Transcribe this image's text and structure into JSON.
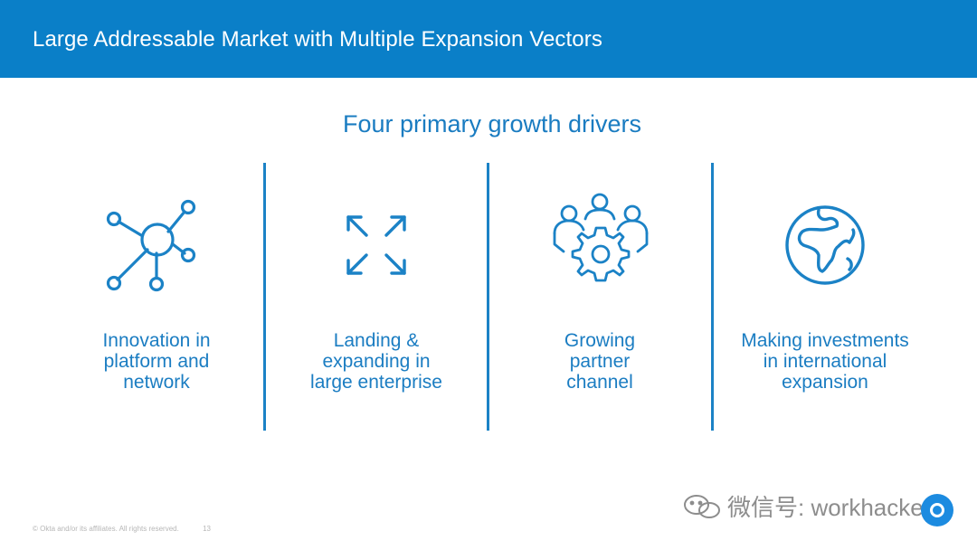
{
  "header": {
    "title": "Large Addressable Market with Multiple Expansion Vectors"
  },
  "subtitle": "Four primary growth drivers",
  "drivers": [
    {
      "icon": "network-hub-icon",
      "label_lines": [
        "Innovation in",
        "platform and",
        "network"
      ]
    },
    {
      "icon": "expand-arrows-icon",
      "label_lines": [
        "Landing &",
        "expanding in",
        "large enterprise"
      ]
    },
    {
      "icon": "partners-gears-icon",
      "label_lines": [
        "Growing",
        "partner",
        "channel"
      ]
    },
    {
      "icon": "globe-icon",
      "label_lines": [
        "Making investments",
        "in international",
        "expansion"
      ]
    }
  ],
  "footer": {
    "copyright": "© Okta and/or its affiliates. All rights reserved.",
    "page": "13"
  },
  "watermark": {
    "text": "微信号: workhacker"
  },
  "colors": {
    "header": "#0a7fc8",
    "accent": "#1b82c6",
    "text_blue": "#1a7cc1"
  }
}
